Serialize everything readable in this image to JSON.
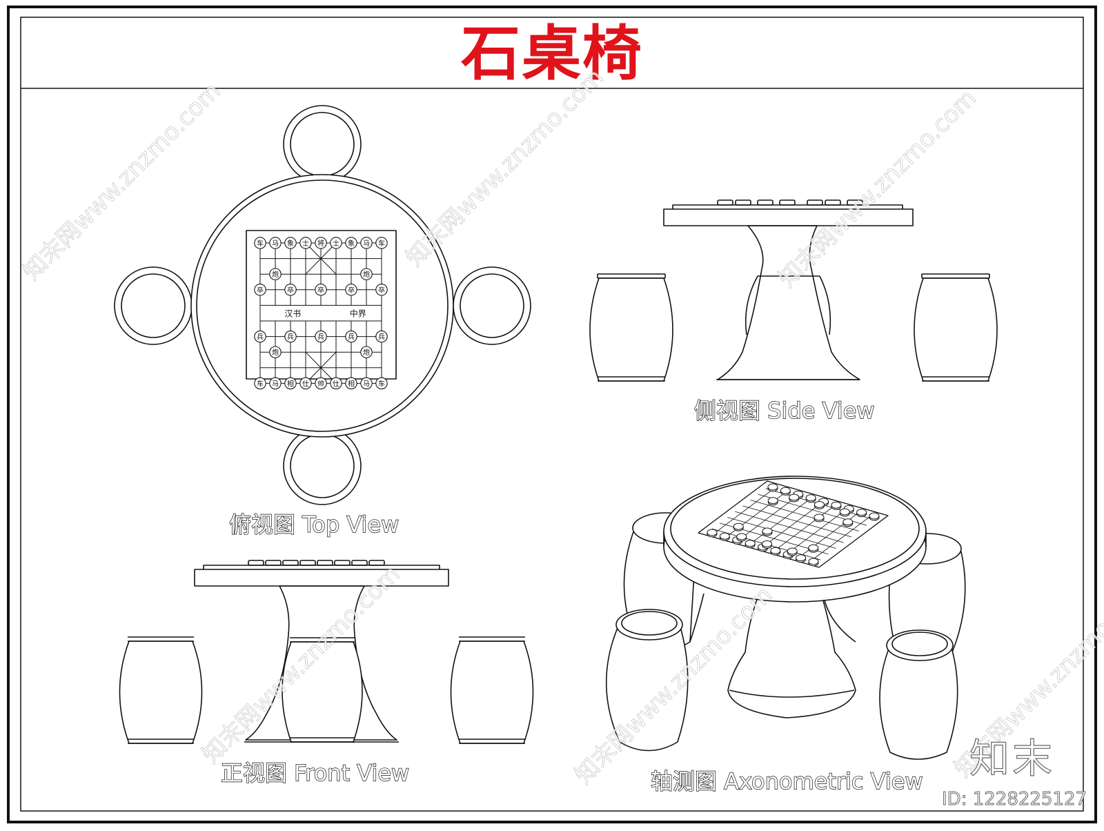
{
  "title": "石桌椅",
  "views": {
    "top": "俯视图 Top View",
    "side": "侧视图 Side View",
    "front": "正视图 Front View",
    "axonometric": "轴测图 Axonometric View"
  },
  "board": {
    "river_left": "汉书",
    "river_right": "中界",
    "top_row": [
      "车",
      "马",
      "象",
      "士",
      "将",
      "士",
      "象",
      "马",
      "车"
    ],
    "top_cannons": [
      "炮",
      "炮"
    ],
    "top_soldiers": [
      "卒",
      "卒",
      "卒",
      "卒",
      "卒"
    ],
    "bottom_soldiers": [
      "兵",
      "兵",
      "兵",
      "兵",
      "兵"
    ],
    "bottom_cannons": [
      "炮",
      "炮"
    ],
    "bottom_row": [
      "车",
      "马",
      "相",
      "仕",
      "帅",
      "仕",
      "相",
      "马",
      "车"
    ]
  },
  "watermark": {
    "text": "知末网www.znzmo.com",
    "brand": "知末",
    "id": "ID: 1228225127"
  },
  "colors": {
    "title": "#e0131b",
    "line": "#111111"
  }
}
